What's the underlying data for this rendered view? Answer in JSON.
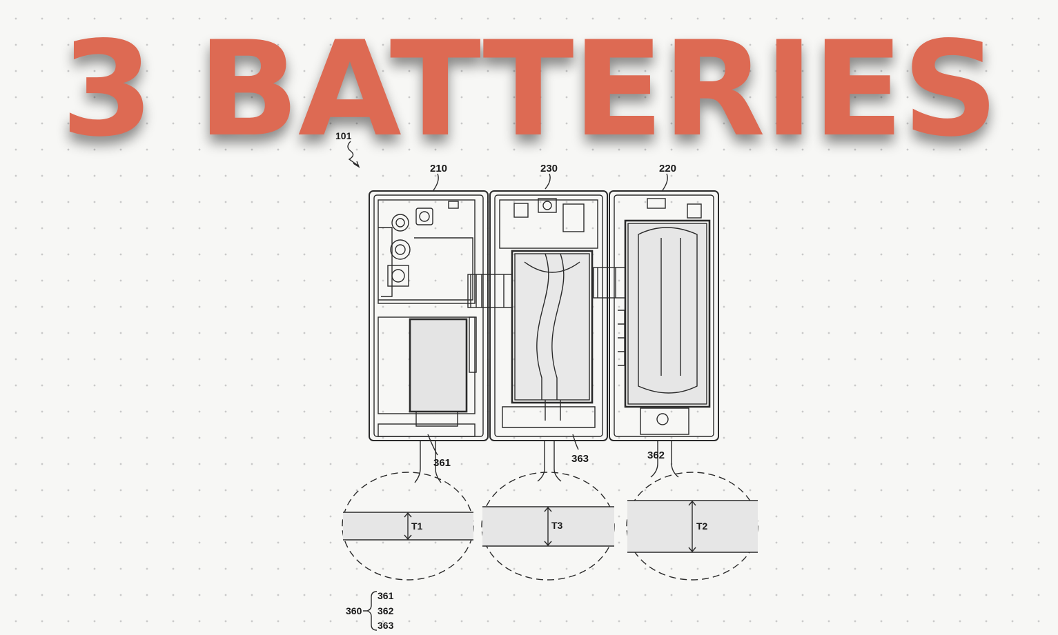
{
  "headline": "3 BATTERIES",
  "colors": {
    "headline": "#dd6a53",
    "line": "#2a2a2a",
    "battery_fill": "#e4e4e4",
    "background": "#f7f7f5"
  },
  "labels": {
    "device": "101",
    "panel_left": "210",
    "panel_middle": "230",
    "panel_right": "220",
    "battery_left": "361",
    "battery_middle": "363",
    "battery_right": "362"
  },
  "thickness_callouts": [
    "T1",
    "T3",
    "T2"
  ],
  "legend": {
    "group": "360",
    "members": [
      "361",
      "362",
      "363"
    ]
  }
}
